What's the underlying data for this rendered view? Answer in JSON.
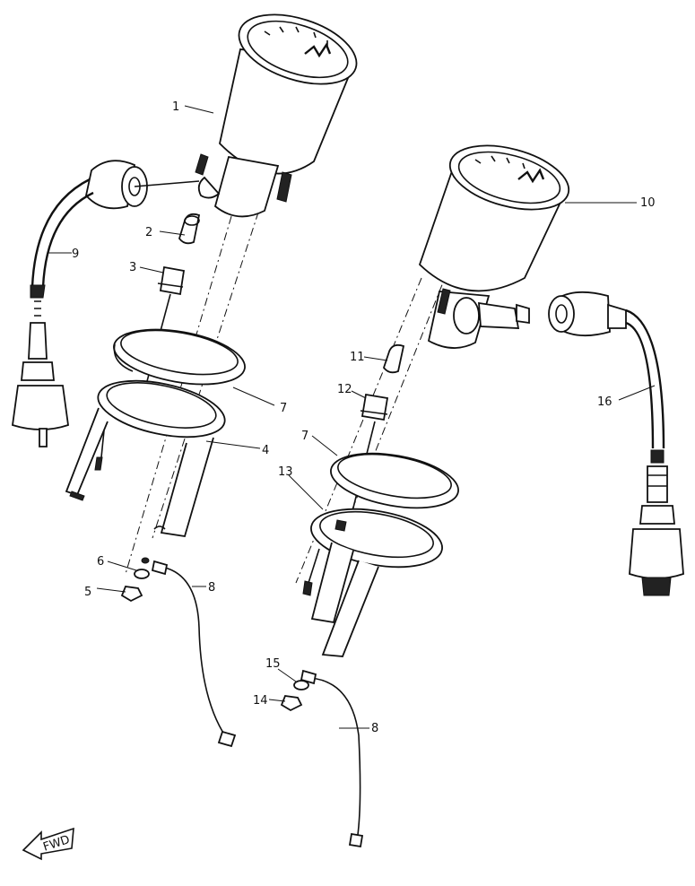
{
  "callouts": {
    "c1": "1",
    "c2": "2",
    "c3": "3",
    "c4": "4",
    "c5": "5",
    "c6": "6",
    "c7a": "7",
    "c7b": "7",
    "c8a": "8",
    "c8b": "8",
    "c9": "9",
    "c10": "10",
    "c11": "11",
    "c12": "12",
    "c13": "13",
    "c14": "14",
    "c15": "15",
    "c16": "16"
  },
  "fwd_label": "FWD",
  "colors": {
    "ink": "#111111",
    "paper": "#ffffff"
  }
}
